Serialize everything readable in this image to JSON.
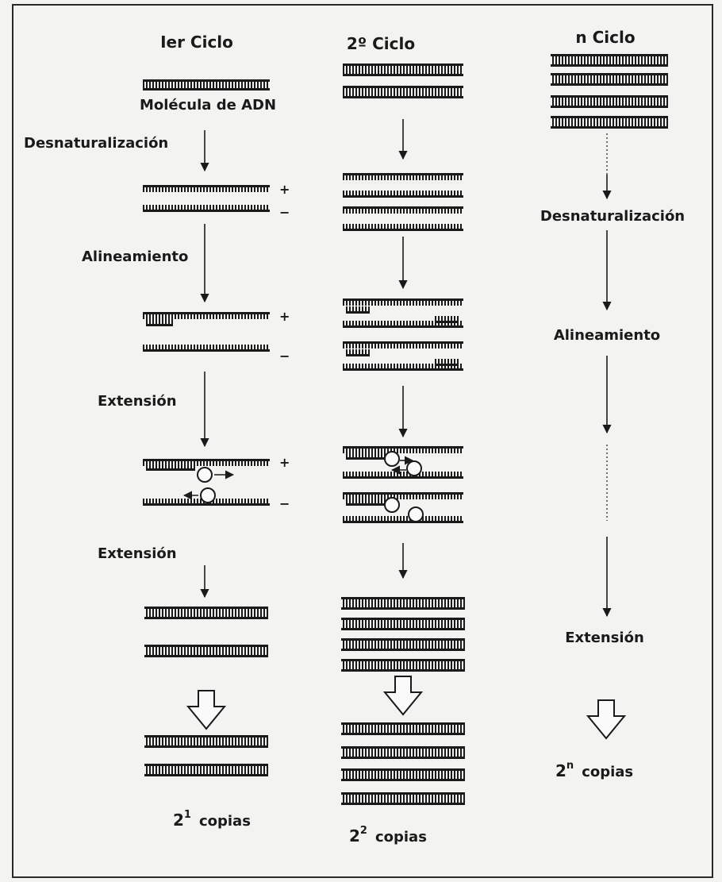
{
  "columns": [
    {
      "header": "Ier Ciclo",
      "top_caption": "Molécula de ADN",
      "steps": [
        "Desnaturalización",
        "Alineamiento",
        "Extensión",
        "Extensión"
      ],
      "sign_plus": "+",
      "sign_minus": "−",
      "result": {
        "base": "2",
        "exp": "1",
        "label": "copias"
      }
    },
    {
      "header": "2º Ciclo",
      "result": {
        "base": "2",
        "exp": "2",
        "label": "copias"
      }
    },
    {
      "header": "n Ciclo",
      "steps": [
        "Desnaturalización",
        "Alineamiento",
        "Extensión"
      ],
      "result": {
        "base": "2",
        "exp": "n",
        "label": "copias"
      }
    }
  ],
  "colors": {
    "ink": "#1a1a1a",
    "paper": "#f3f3f1",
    "frame": "#2a2a2a"
  }
}
